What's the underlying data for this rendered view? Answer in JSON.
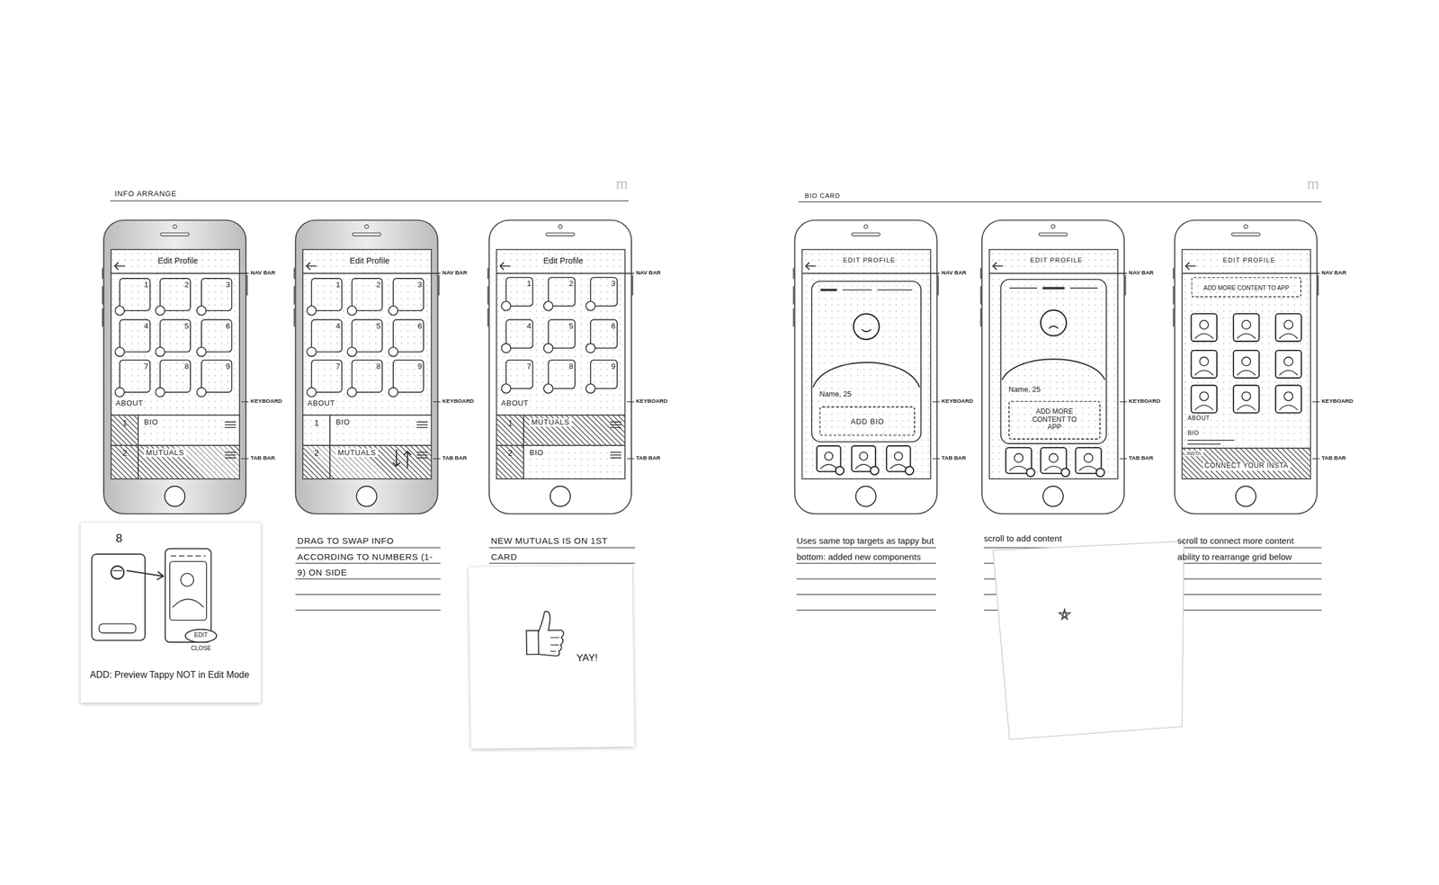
{
  "diagram": {
    "nodes": [
      {
        "text": [
          "Edit Profile",
          "ABOUT"
        ]
      },
      {
        "text": [
          "1"
        ],
        "in": 0
      },
      {
        "text": [
          "2"
        ],
        "in": 0
      },
      {
        "text": [
          "3"
        ],
        "in": 0
      },
      {
        "text": [
          "4"
        ],
        "in": 0
      },
      {
        "text": [
          "5"
        ],
        "in": 0
      },
      {
        "text": [
          "6"
        ],
        "in": 0
      },
      {
        "text": [
          "7"
        ],
        "in": 0
      },
      {
        "text": [
          "8"
        ],
        "in": 0
      },
      {
        "text": [
          "9"
        ],
        "in": 0
      },
      {
        "text": [
          "1",
          "BIO"
        ],
        "in": 0
      },
      {
        "text": [
          "2",
          "MUTUALS"
        ],
        "in": 0
      },
      {
        "text": [
          "Edit Profile",
          "ABOUT"
        ]
      },
      {
        "text": [
          "1"
        ],
        "in": 12
      },
      {
        "text": [
          "2"
        ],
        "in": 12
      },
      {
        "text": [
          "3"
        ],
        "in": 12
      },
      {
        "text": [
          "4"
        ],
        "in": 12
      },
      {
        "text": [
          "5"
        ],
        "in": 12
      },
      {
        "text": [
          "6"
        ],
        "in": 12
      },
      {
        "text": [
          "7"
        ],
        "in": 12
      },
      {
        "text": [
          "8"
        ],
        "in": 12
      },
      {
        "text": [
          "9"
        ],
        "in": 12
      },
      {
        "text": [
          "1",
          "BIO"
        ],
        "in": 12
      },
      {
        "text": [
          "2",
          "MUTUALS"
        ],
        "in": 12
      },
      {
        "text": [
          "Edit Profile",
          "ABOUT"
        ]
      },
      {
        "text": [
          "1"
        ],
        "in": 24
      },
      {
        "text": [
          "2"
        ],
        "in": 24
      },
      {
        "text": [
          "3"
        ],
        "in": 24
      },
      {
        "text": [
          "4"
        ],
        "in": 24
      },
      {
        "text": [
          "5"
        ],
        "in": 24
      },
      {
        "text": [
          "6"
        ],
        "in": 24
      },
      {
        "text": [
          "7"
        ],
        "in": 24
      },
      {
        "text": [
          "8"
        ],
        "in": 24
      },
      {
        "text": [
          "9"
        ],
        "in": 24
      },
      {
        "text": [
          "1",
          "MUTUALS"
        ],
        "in": 24
      },
      {
        "text": [
          "2",
          "BIO"
        ],
        "in": 24
      },
      {
        "text": [
          "EDIT PROFILE"
        ]
      },
      {
        "text": [
          "Name, 25"
        ],
        "in": 36
      },
      {
        "text": [
          "ADD BIO"
        ],
        "in": 37
      },
      {
        "text": [
          "EDIT PROFILE"
        ]
      },
      {
        "text": [
          "Name, 25"
        ],
        "in": 39
      },
      {
        "text": [
          "ADD MORE CONTENT TO APP"
        ],
        "in": 40
      },
      {
        "text": [
          "EDIT PROFILE",
          "ABOUT",
          "BIO"
        ]
      },
      {
        "text": [
          "ADD MORE CONTENT TO APP"
        ],
        "in": 42
      },
      {
        "text": [
          "INSTA",
          "CONNECT YOUR INSTA"
        ],
        "in": 42
      },
      {
        "text": [
          "8",
          "EDIT",
          "CLOSE",
          "ADD: Preview Tappy NOT in Edit Mode"
        ]
      },
      {
        "text": [
          "YAY!"
        ]
      }
    ],
    "labels": [
      "INFO ARRANGE",
      "m",
      "BIO CARD",
      "m",
      "NAV BAR",
      "KEYBOARD",
      "TAB BAR",
      "NAV BAR",
      "KEYBOARD",
      "TAB BAR",
      "NAV BAR",
      "KEYBOARD",
      "TAB BAR",
      "NAV BAR",
      "KEYBOARD",
      "TAB BAR",
      "NAV BAR",
      "KEYBOARD",
      "TAB BAR",
      "NAV BAR",
      "KEYBOARD",
      "TAB BAR",
      "DRAG TO SWAP INFO ACCORDING TO NUMBERS (1-9) ON SIDE",
      "NEW MUTUALS IS ON 1ST CARD",
      "Uses same top targets as tappy but bottom: added new components",
      "scroll to add content",
      "scroll to connect more content ability to rearrange grid below"
    ]
  }
}
